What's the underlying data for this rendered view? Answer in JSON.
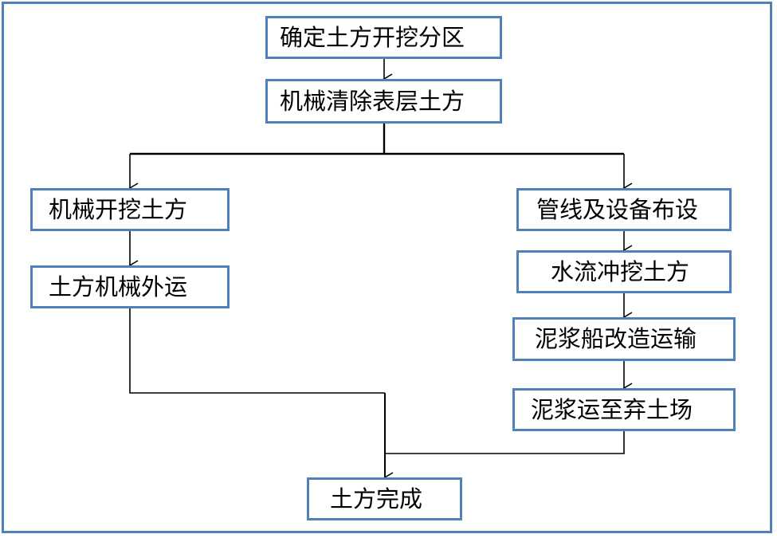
{
  "nodes": {
    "define_zones": "确定土方开挖分区",
    "clear_surface": "机械清除表层土方",
    "mech_excavate": "机械开挖土方",
    "mech_haul": "土方机械外运",
    "pipelines": "管线及设备布设",
    "water_jet": "水流冲挖土方",
    "mud_boat": "泥浆船改造运输",
    "mud_transport": "泥浆运至弃土场",
    "complete": "土方完成"
  },
  "colors": {
    "border": "#4f81bd",
    "connector": "#000000",
    "background": "#ffffff"
  }
}
